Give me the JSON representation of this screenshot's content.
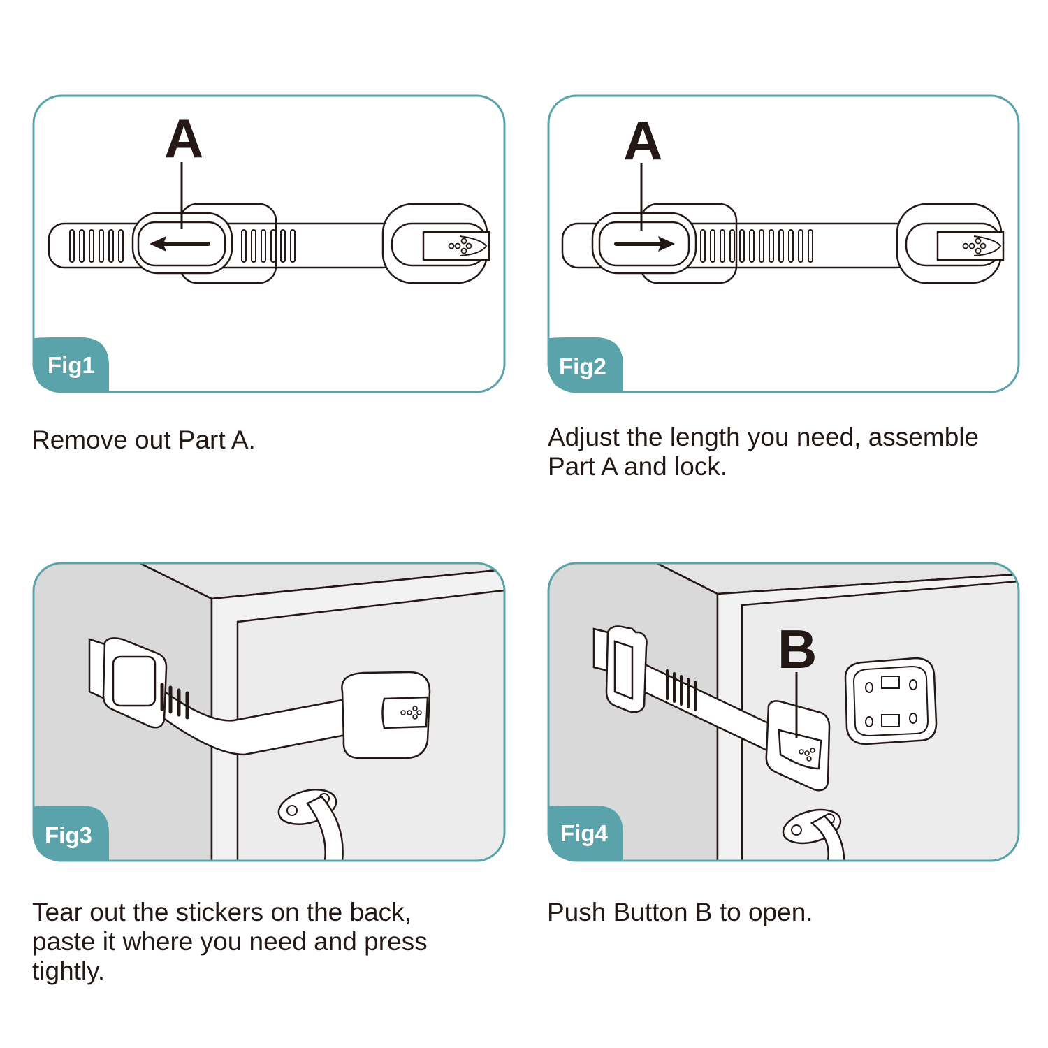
{
  "colors": {
    "frame": "#5ba3ab",
    "ink": "#231815",
    "wall_dark": "#d9d9d9",
    "wall_light": "#ececec"
  },
  "figures": [
    {
      "label": "Fig1",
      "part_label": "A",
      "arrow": "left",
      "caption": [
        "Remove out Part A."
      ]
    },
    {
      "label": "Fig2",
      "part_label": "A",
      "arrow": "right",
      "caption": [
        "Adjust the length you need, assemble",
        "Part A and lock."
      ]
    },
    {
      "label": "Fig3",
      "caption": [
        "Tear out the stickers on the back,",
        "paste it where you need and press",
        "tightly."
      ]
    },
    {
      "label": "Fig4",
      "part_label": "B",
      "caption": [
        "Push Button B to open."
      ]
    }
  ]
}
